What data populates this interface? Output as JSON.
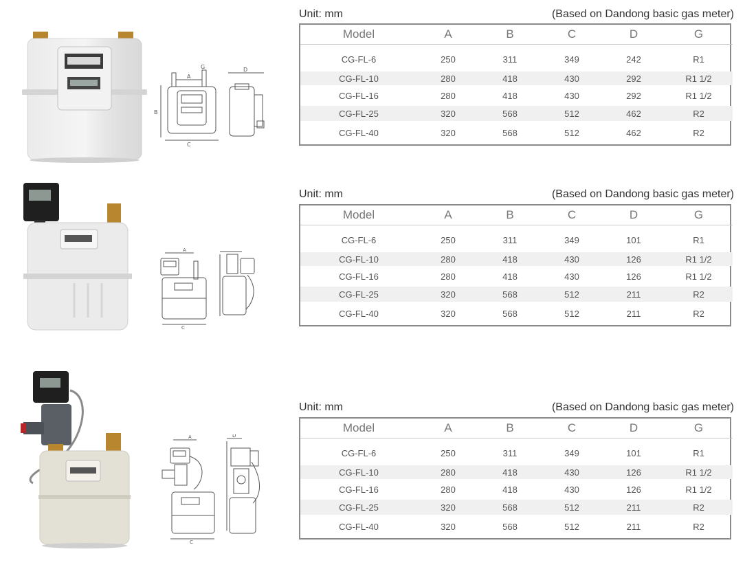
{
  "sections": [
    {
      "unit": "Unit: mm",
      "note": "(Based on Dandong basic gas meter)",
      "headers": [
        "Model",
        "A",
        "B",
        "C",
        "D",
        "G"
      ],
      "rows": [
        [
          "CG-FL-6",
          "250",
          "311",
          "349",
          "242",
          "R1"
        ],
        [
          "CG-FL-10",
          "280",
          "418",
          "430",
          "292",
          "R1 1/2"
        ],
        [
          "CG-FL-16",
          "280",
          "418",
          "430",
          "292",
          "R1 1/2"
        ],
        [
          "CG-FL-25",
          "320",
          "568",
          "512",
          "462",
          "R2"
        ],
        [
          "CG-FL-40",
          "320",
          "568",
          "512",
          "462",
          "R2"
        ]
      ]
    },
    {
      "unit": "Unit: mm",
      "note": "(Based on Dandong basic gas meter)",
      "headers": [
        "Model",
        "A",
        "B",
        "C",
        "D",
        "G"
      ],
      "rows": [
        [
          "CG-FL-6",
          "250",
          "311",
          "349",
          "101",
          "R1"
        ],
        [
          "CG-FL-10",
          "280",
          "418",
          "430",
          "126",
          "R1 1/2"
        ],
        [
          "CG-FL-16",
          "280",
          "418",
          "430",
          "126",
          "R1 1/2"
        ],
        [
          "CG-FL-25",
          "320",
          "568",
          "512",
          "211",
          "R2"
        ],
        [
          "CG-FL-40",
          "320",
          "568",
          "512",
          "211",
          "R2"
        ]
      ]
    },
    {
      "unit": "Unit: mm",
      "note": "(Based on Dandong basic gas meter)",
      "headers": [
        "Model",
        "A",
        "B",
        "C",
        "D",
        "G"
      ],
      "rows": [
        [
          "CG-FL-6",
          "250",
          "311",
          "349",
          "101",
          "R1"
        ],
        [
          "CG-FL-10",
          "280",
          "418",
          "430",
          "126",
          "R1 1/2"
        ],
        [
          "CG-FL-16",
          "280",
          "418",
          "430",
          "126",
          "R1 1/2"
        ],
        [
          "CG-FL-25",
          "320",
          "568",
          "512",
          "211",
          "R2"
        ],
        [
          "CG-FL-40",
          "320",
          "568",
          "512",
          "211",
          "R2"
        ]
      ]
    }
  ],
  "drawing_labels": {
    "a": "A",
    "b": "B",
    "c": "C",
    "d": "D",
    "g": "G"
  }
}
